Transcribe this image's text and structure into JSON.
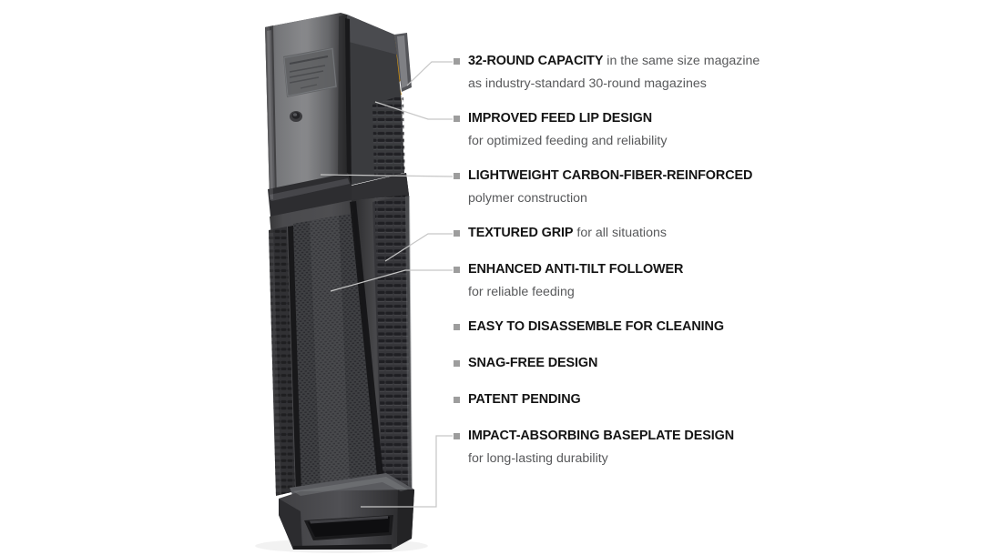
{
  "background_color": "#ffffff",
  "product": {
    "name": "pmag-30-round-rifle-magazine",
    "description_alt": "Black polymer rifle magazine with yellow anti-tilt follower",
    "colors": {
      "body_upper": "#6d6e70",
      "body_lower": "#3b3b3d",
      "body_edge_dark": "#232325",
      "follower_yellow": "#f0b223",
      "follower_highlight": "#f8e09a",
      "baseplate": "#404043",
      "texture_dot": "#2b2b2d"
    },
    "embossed_label": "MAGPUL"
  },
  "callouts": [
    {
      "id": "capacity",
      "headline": "32-ROUND CAPACITY",
      "trailing": " in the same size magazine",
      "sub": "as industry-standard 30-round magazines"
    },
    {
      "id": "feed-lip",
      "headline": "IMPROVED FEED LIP DESIGN",
      "trailing": "",
      "sub": "for optimized feeding and reliability"
    },
    {
      "id": "carbon-fiber",
      "headline": "LIGHTWEIGHT CARBON-FIBER-REINFORCED",
      "trailing": "",
      "sub": "polymer construction"
    },
    {
      "id": "textured-grip",
      "headline": "TEXTURED GRIP",
      "trailing": " for all situations",
      "sub": ""
    },
    {
      "id": "anti-tilt-follower",
      "headline": "ENHANCED ANTI-TILT FOLLOWER",
      "trailing": "",
      "sub": "for reliable feeding"
    },
    {
      "id": "disassemble",
      "headline": "EASY TO DISASSEMBLE FOR CLEANING",
      "trailing": "",
      "sub": ""
    },
    {
      "id": "snag-free",
      "headline": "SNAG-FREE DESIGN",
      "trailing": "",
      "sub": ""
    },
    {
      "id": "patent-pending",
      "headline": "PATENT PENDING",
      "trailing": "",
      "sub": ""
    },
    {
      "id": "baseplate",
      "headline": "IMPACT-ABSORBING BASEPLATE DESIGN",
      "trailing": "",
      "sub": "for long-lasting durability"
    }
  ],
  "leader_line_color": "#c6c6c6",
  "bullet_color": "#9d9d9d"
}
